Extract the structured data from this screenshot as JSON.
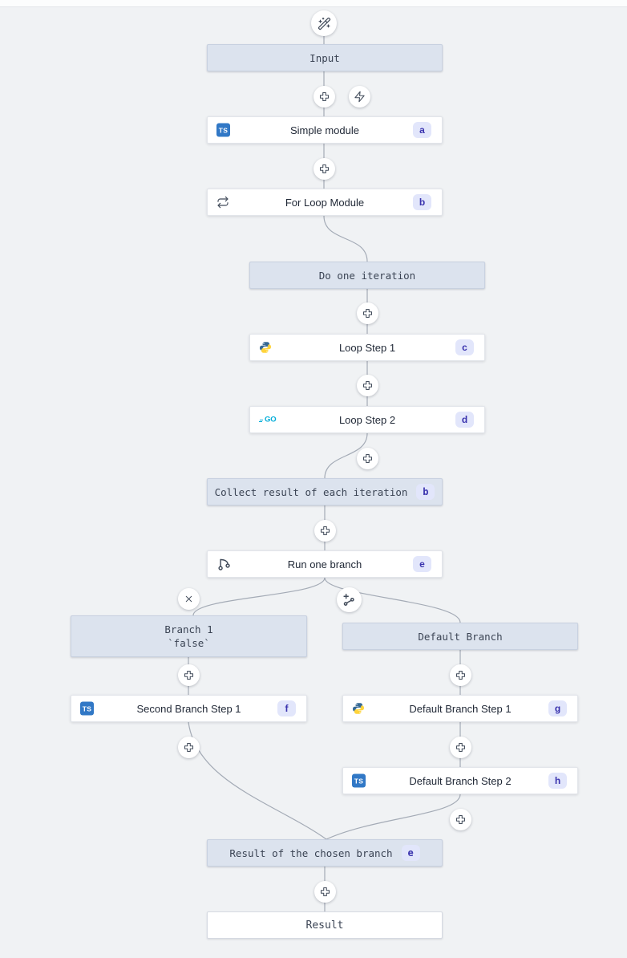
{
  "flow": {
    "nodes": {
      "input": {
        "label": "Input"
      },
      "simple_module": {
        "label": "Simple module",
        "badge": "a",
        "language": "typescript"
      },
      "for_loop": {
        "label": "For Loop Module",
        "badge": "b",
        "kind": "forloop"
      },
      "do_one_iteration": {
        "label": "Do one iteration"
      },
      "loop_step_1": {
        "label": "Loop Step 1",
        "badge": "c",
        "language": "python"
      },
      "loop_step_2": {
        "label": "Loop Step 2",
        "badge": "d",
        "language": "go"
      },
      "collect_result": {
        "label": "Collect result of each iteration",
        "badge": "b"
      },
      "run_one_branch": {
        "label": "Run one branch",
        "badge": "e",
        "kind": "branch-one"
      },
      "branch_1": {
        "label": "Branch 1",
        "condition": "`false`"
      },
      "default_branch": {
        "label": "Default Branch"
      },
      "second_branch_step_1": {
        "label": "Second Branch Step 1",
        "badge": "f",
        "language": "typescript"
      },
      "default_branch_step_1": {
        "label": "Default Branch Step 1",
        "badge": "g",
        "language": "python"
      },
      "default_branch_step_2": {
        "label": "Default Branch Step 2",
        "badge": "h",
        "language": "typescript"
      },
      "result_of_chosen_branch": {
        "label": "Result of the chosen branch",
        "badge": "e"
      },
      "result": {
        "label": "Result"
      }
    },
    "icons": {
      "typescript_label": "TS",
      "go_label": "GO"
    },
    "colors": {
      "canvas_bg": "#f0f2f4",
      "virtual_node_bg": "#dce3ee",
      "module_node_bg": "#ffffff",
      "badge_bg": "#e2e6fb",
      "badge_text": "#3a33ae",
      "typescript_blue": "#3178c6",
      "go_blue": "#00acd8",
      "python_blue": "#366994",
      "python_yellow": "#ffd43b",
      "wire": "#a4abb6"
    }
  }
}
